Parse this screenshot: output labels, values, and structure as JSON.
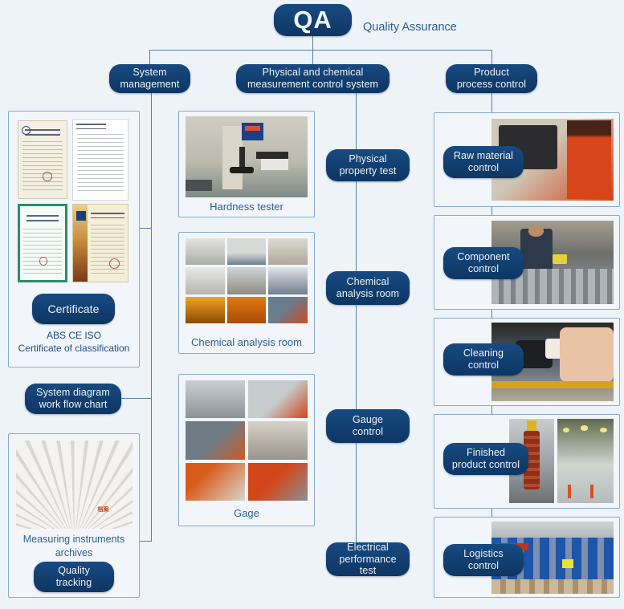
{
  "diagram": {
    "title": "QA",
    "title_caption": "Quality Assurance",
    "background_color": "#eef3f7",
    "node_color": "#0f3f73",
    "connector_color": "#5b7fa6",
    "caption_color": "#2d5d93"
  },
  "root": {
    "label": "QA",
    "caption": "Quality Assurance"
  },
  "branches": [
    {
      "label": "System management"
    },
    {
      "label": "Physical and chemical measurement control system"
    },
    {
      "label": "Product process control"
    }
  ],
  "branch_labels": {
    "system_management_line1": "System",
    "system_management_line2": "management",
    "physical_chemical_line1": "Physical and chemical",
    "physical_chemical_line2": "measurement control system",
    "product_process_line1": "Product",
    "product_process_line2": "process control"
  },
  "left_column": {
    "certificate_panel": {
      "button_label": "Certificate",
      "caption_line1": "ABS  CE  ISO",
      "caption_line2": "Certificate of classification",
      "photos": [
        "certificate-chinese-inspection",
        "certificate-bureau-of-shipping",
        "certificate-of-compliance",
        "certificate-quality-management-system"
      ]
    },
    "system_diagram_node": {
      "line1": "System diagram",
      "line2": "work flow chart"
    },
    "archives_panel": {
      "caption_line1": "Measuring instruments",
      "caption_line2": "archives",
      "photo": "fanned-measuring-record-sheets",
      "button_line1": "Quality",
      "button_line2": "tracking"
    }
  },
  "middle_column": {
    "panels": [
      {
        "caption": "Hardness tester",
        "photos": [
          "hardness-tester-machine"
        ],
        "node_line1": "Physical",
        "node_line2": "property test"
      },
      {
        "caption": "Chemical analysis room",
        "photos": [
          "spectrometer-cabinet",
          "bench-analyzer",
          "tensile-test-rig",
          "lab-instrument-white",
          "technician-at-bench",
          "drying-oven",
          "orange-furnace-interior",
          "sample-crucibles",
          "operator-at-laptop"
        ],
        "node_line1": "Chemical",
        "node_line2": "analysis room"
      },
      {
        "caption": "Gage",
        "photos": [
          "inspection-room-overview",
          "worker-measuring-part",
          "gauge-on-bench",
          "hand-held-caliper",
          "height-gauge-measurement",
          "operator-with-micrometer"
        ],
        "node_line1": "Gauge",
        "node_line2": "control"
      }
    ],
    "electrical_node": {
      "line1": "Electrical",
      "line2": "performance test"
    }
  },
  "right_column": {
    "panels": [
      {
        "label_line1": "Raw material",
        "label_line2": "control",
        "photos": [
          "worker-inspecting-raw-material"
        ]
      },
      {
        "label_line1": "Component",
        "label_line2": "control",
        "photos": [
          "worker-inspecting-components"
        ]
      },
      {
        "label_line1": "Cleaning",
        "label_line2": "control",
        "photos": [
          "hands-cleaning-metal-part"
        ]
      },
      {
        "label_line1": "Finished",
        "label_line2": "product control",
        "photos": [
          "crane-lifting-assembly",
          "factory-hall-inspection"
        ]
      },
      {
        "label_line1": "Logistics",
        "label_line2": "control",
        "photos": [
          "warehouse-blue-racking"
        ]
      }
    ]
  }
}
